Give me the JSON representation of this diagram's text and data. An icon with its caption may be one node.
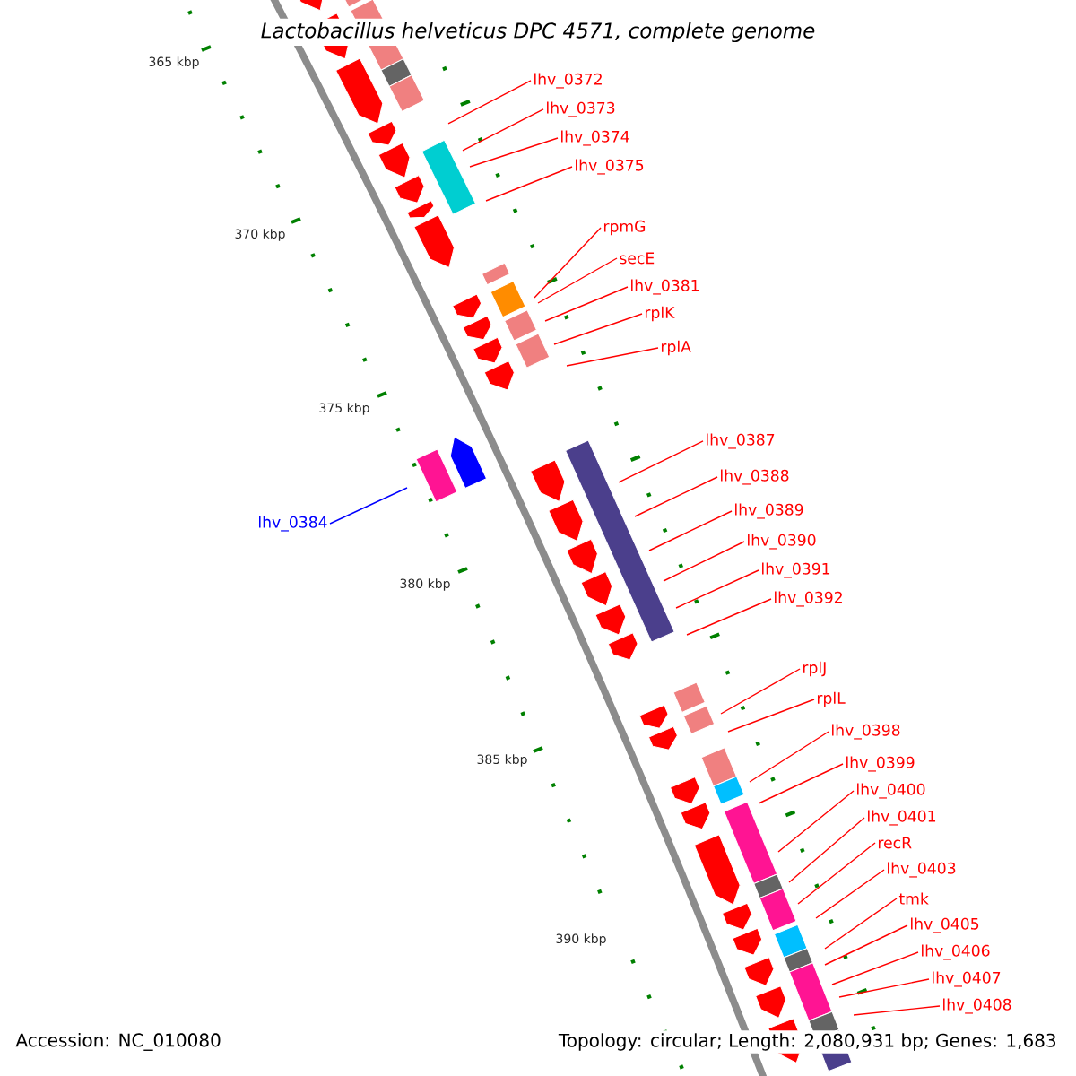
{
  "diagram": {
    "title": "Lactobacillus helveticus DPC 4571, complete genome",
    "nodes": [
      {
        "text": [
          "lhv_0372"
        ]
      },
      {
        "text": [
          "lhv_0373"
        ]
      },
      {
        "text": [
          "lhv_0374"
        ]
      },
      {
        "text": [
          "lhv_0375"
        ]
      },
      {
        "text": [
          "rpmG"
        ]
      },
      {
        "text": [
          "secE"
        ]
      },
      {
        "text": [
          "lhv_0381"
        ]
      },
      {
        "text": [
          "rplK"
        ]
      },
      {
        "text": [
          "rplA"
        ]
      },
      {
        "text": [
          "lhv_0384"
        ]
      },
      {
        "text": [
          "lhv_0387"
        ]
      },
      {
        "text": [
          "lhv_0388"
        ]
      },
      {
        "text": [
          "lhv_0389"
        ]
      },
      {
        "text": [
          "lhv_0390"
        ]
      },
      {
        "text": [
          "lhv_0391"
        ]
      },
      {
        "text": [
          "lhv_0392"
        ]
      },
      {
        "text": [
          "rplJ"
        ]
      },
      {
        "text": [
          "rplL"
        ]
      },
      {
        "text": [
          "lhv_0398"
        ]
      },
      {
        "text": [
          "lhv_0399"
        ]
      },
      {
        "text": [
          "lhv_0400"
        ]
      },
      {
        "text": [
          "lhv_0401"
        ]
      },
      {
        "text": [
          "recR"
        ]
      },
      {
        "text": [
          "lhv_0403"
        ]
      },
      {
        "text": [
          "tmk"
        ]
      },
      {
        "text": [
          "lhv_0405"
        ]
      },
      {
        "text": [
          "lhv_0406"
        ]
      },
      {
        "text": [
          "lhv_0407"
        ]
      },
      {
        "text": [
          "lhv_0408"
        ]
      }
    ],
    "edges": [
      {
        "from": 0,
        "to": null,
        "arrow": "none"
      },
      {
        "from": 1,
        "to": null,
        "arrow": "none"
      },
      {
        "from": 2,
        "to": null,
        "arrow": "none"
      },
      {
        "from": 3,
        "to": null,
        "arrow": "none"
      },
      {
        "from": 4,
        "to": null,
        "arrow": "none"
      },
      {
        "from": 5,
        "to": null,
        "arrow": "none"
      },
      {
        "from": 6,
        "to": null,
        "arrow": "none"
      },
      {
        "from": 7,
        "to": null,
        "arrow": "none"
      },
      {
        "from": 8,
        "to": null,
        "arrow": "none"
      },
      {
        "from": 9,
        "to": null,
        "arrow": "none",
        "color": "#0000ff"
      },
      {
        "from": 10,
        "to": null,
        "arrow": "none"
      },
      {
        "from": 11,
        "to": null,
        "arrow": "none"
      },
      {
        "from": 12,
        "to": null,
        "arrow": "none"
      },
      {
        "from": 13,
        "to": null,
        "arrow": "none"
      },
      {
        "from": 14,
        "to": null,
        "arrow": "none"
      },
      {
        "from": 15,
        "to": null,
        "arrow": "none"
      },
      {
        "from": 16,
        "to": null,
        "arrow": "none"
      },
      {
        "from": 17,
        "to": null,
        "arrow": "none"
      },
      {
        "from": 18,
        "to": null,
        "arrow": "none"
      },
      {
        "from": 19,
        "to": null,
        "arrow": "none"
      },
      {
        "from": 20,
        "to": null,
        "arrow": "none"
      },
      {
        "from": 21,
        "to": null,
        "arrow": "none"
      },
      {
        "from": 22,
        "to": null,
        "arrow": "none"
      },
      {
        "from": 23,
        "to": null,
        "arrow": "none"
      },
      {
        "from": 24,
        "to": null,
        "arrow": "none"
      },
      {
        "from": 25,
        "to": null,
        "arrow": "none"
      },
      {
        "from": 26,
        "to": null,
        "arrow": "none"
      },
      {
        "from": 27,
        "to": null,
        "arrow": "none"
      },
      {
        "from": 28,
        "to": null,
        "arrow": "none"
      }
    ],
    "labels": [
      "365 kbp",
      "370 kbp",
      "375 kbp",
      "380 kbp",
      "385 kbp",
      "390 kbp",
      "Accession: NC_010080",
      "Topology: circular; Length: 2,080,931 bp; Genes: 1,683"
    ]
  }
}
